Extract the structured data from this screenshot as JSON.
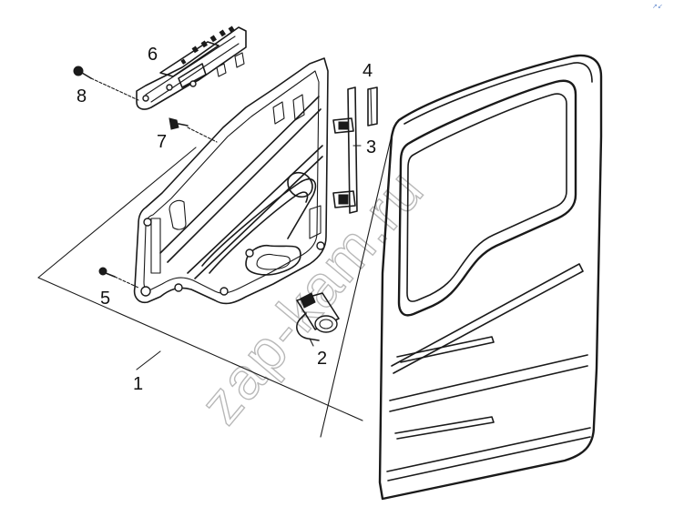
{
  "watermark": "zap-kam.ru",
  "corner_mark": "↗↙",
  "callouts": [
    {
      "id": "1",
      "label": "1"
    },
    {
      "id": "2",
      "label": "2"
    },
    {
      "id": "3",
      "label": "3"
    },
    {
      "id": "4",
      "label": "4"
    },
    {
      "id": "5",
      "label": "5"
    },
    {
      "id": "6",
      "label": "6"
    },
    {
      "id": "7",
      "label": "7"
    },
    {
      "id": "8",
      "label": "8"
    }
  ]
}
